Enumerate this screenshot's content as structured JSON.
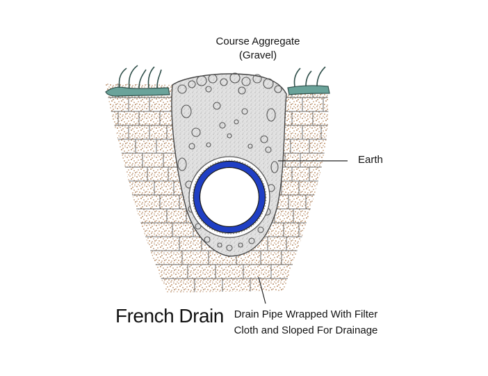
{
  "labels": {
    "aggregate_line1": "Course Aggregate",
    "aggregate_line2": "(Gravel)",
    "earth": "Earth",
    "title": "French Drain",
    "pipe_line1": "Drain Pipe Wrapped With Filter",
    "pipe_line2": "Cloth and Sloped For Drainage"
  },
  "colors": {
    "earth_speckle": "#a0693a",
    "brick_line": "#6e6e6e",
    "grass": "#6aa39a",
    "gravel_fill": "#dcdcdc",
    "pipe_ring": "#1f3fc4"
  }
}
